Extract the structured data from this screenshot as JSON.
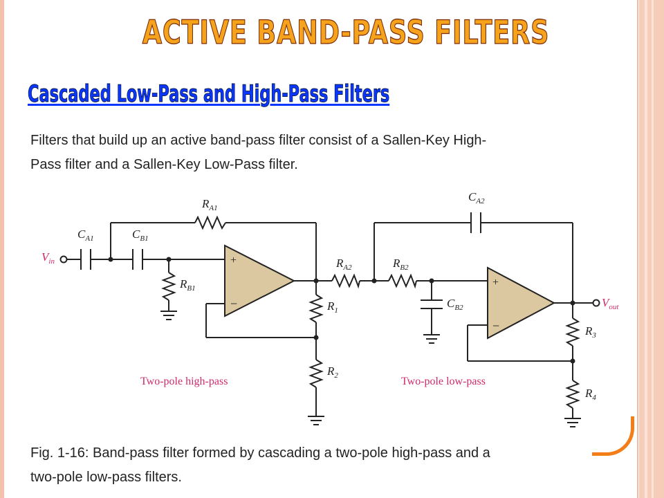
{
  "slide": {
    "title": "ACTIVE BAND-PASS FILTERS",
    "subtitle": "Cascaded Low-Pass and High-Pass Filters",
    "body_line1": "Filters that build up an active band-pass filter consist of a Sallen-Key High-",
    "body_line2": "Pass filter and a Sallen-Key Low-Pass filter.",
    "caption_line1": "Fig. 1-16: Band-pass filter formed by cascading a two-pole high-pass and a",
    "caption_line2": "two-pole low-pass filters."
  },
  "circuit": {
    "input_label": "V",
    "input_sub": "in",
    "output_label": "V",
    "output_sub": "out",
    "components": {
      "ca1": [
        "C",
        "A1"
      ],
      "cb1": [
        "C",
        "B1"
      ],
      "ra1": [
        "R",
        "A1"
      ],
      "rb1": [
        "R",
        "B1"
      ],
      "r1": [
        "R",
        "1"
      ],
      "r2": [
        "R",
        "2"
      ],
      "ra2": [
        "R",
        "A2"
      ],
      "rb2": [
        "R",
        "B2"
      ],
      "ca2": [
        "C",
        "A2"
      ],
      "cb2": [
        "C",
        "B2"
      ],
      "r3": [
        "R",
        "3"
      ],
      "r4": [
        "R",
        "4"
      ]
    },
    "plus": "+",
    "minus": "−",
    "stage1_label": "Two-pole high-pass",
    "stage2_label": "Two-pole low-pass"
  },
  "colors": {
    "title": "#f5a21d",
    "subtitle": "#0a36ff",
    "opamp_fill": "#dcc8a0",
    "stage_label": "#d12a6a",
    "accent": "#f37d16"
  }
}
